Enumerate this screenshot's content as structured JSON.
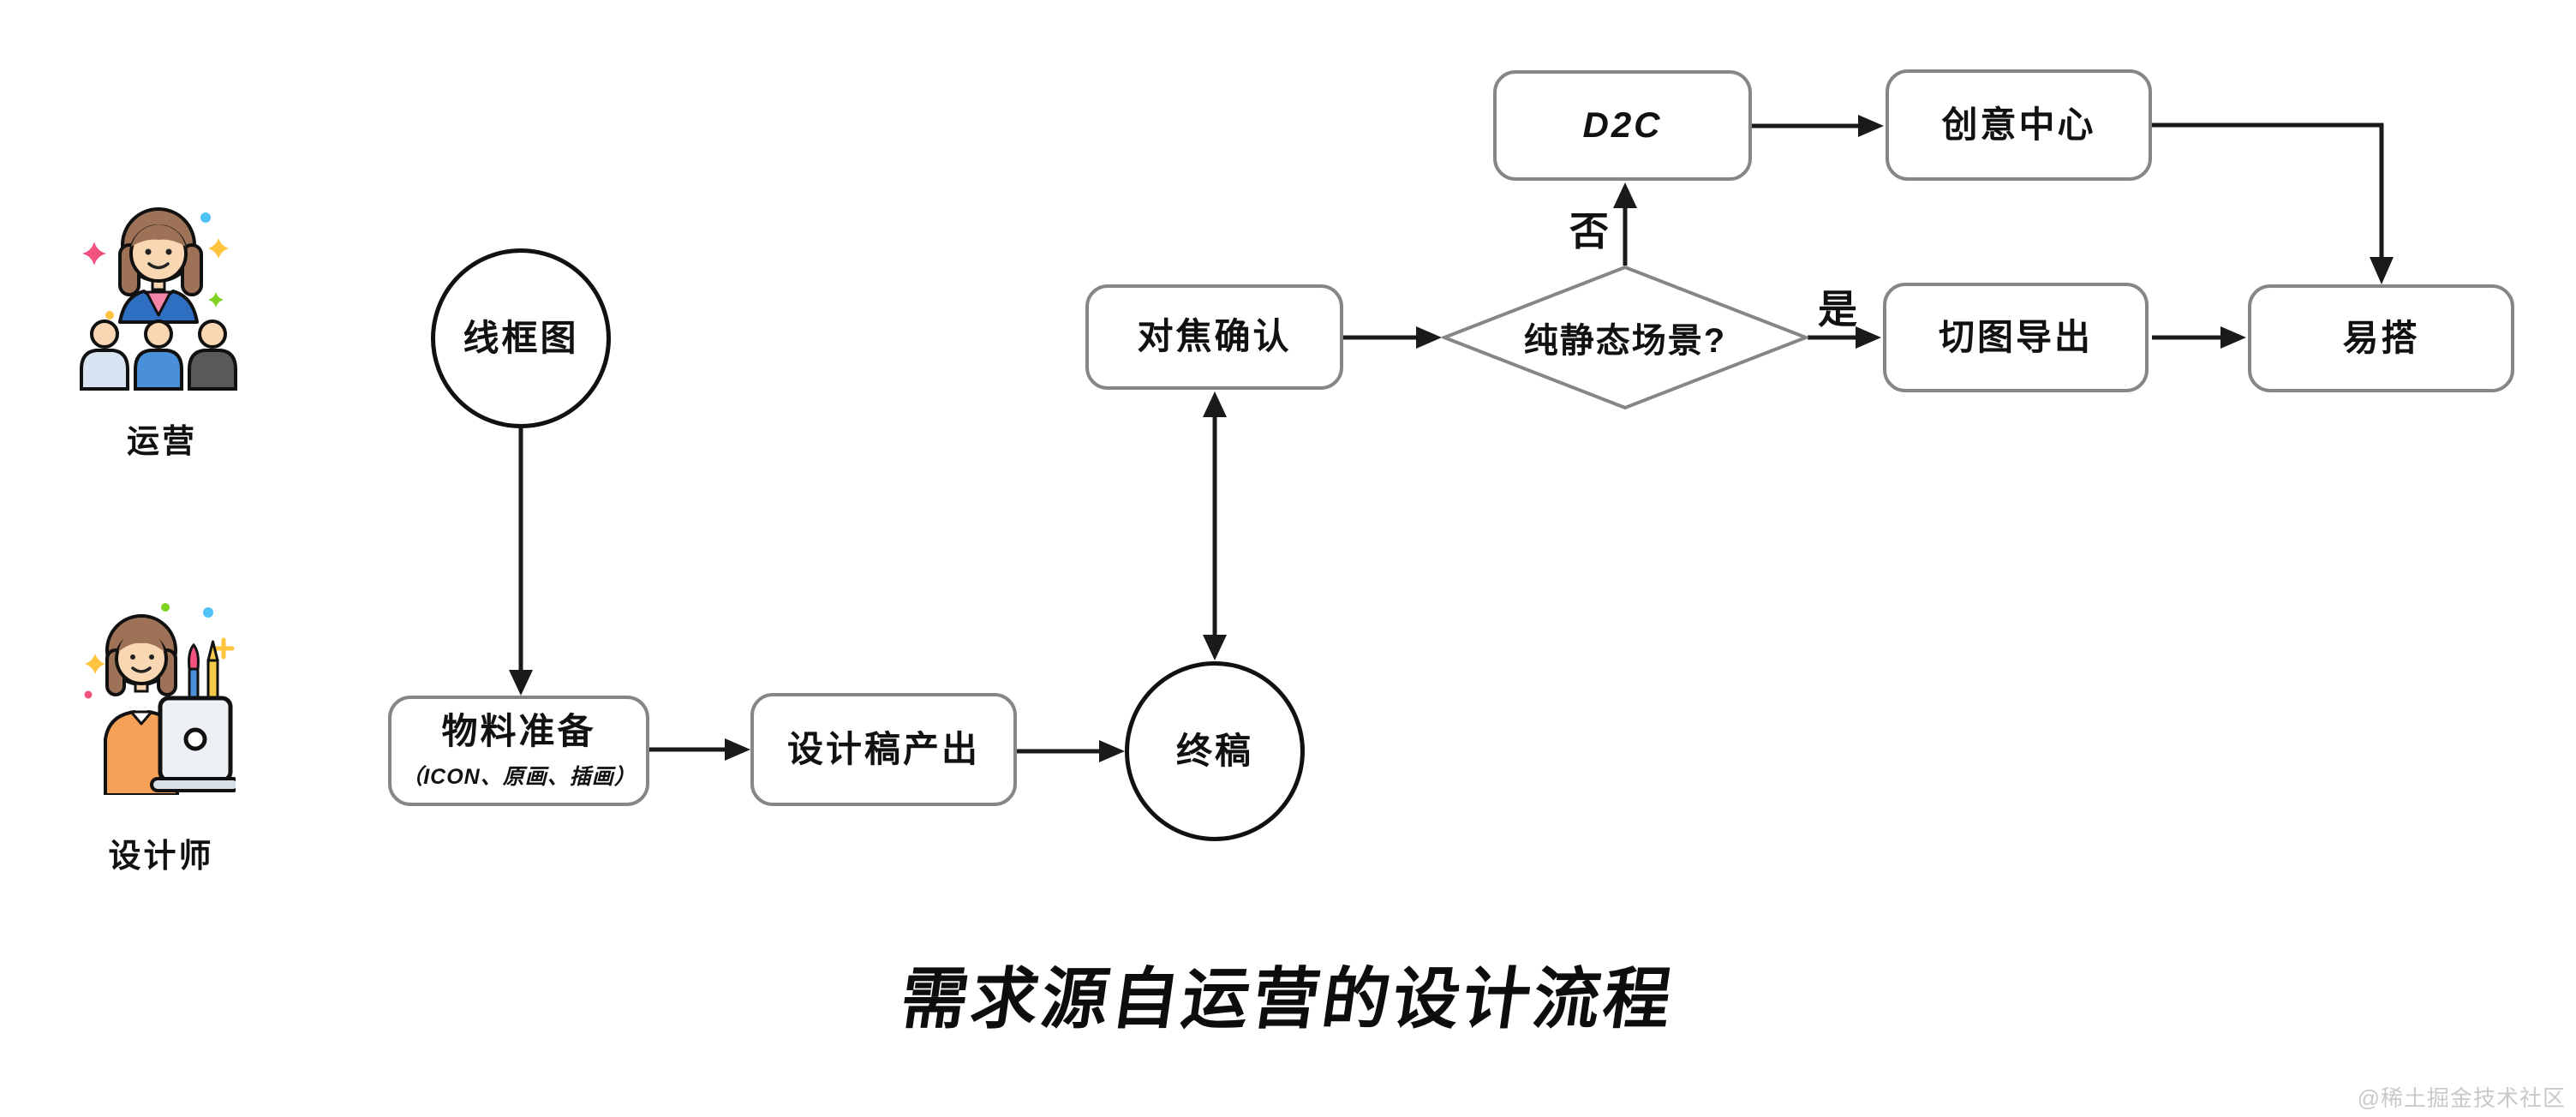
{
  "page": {
    "title": "需求源自运营的设计流程",
    "watermark": "@稀土掘金技术社区"
  },
  "roles": {
    "operations": {
      "label": "运营"
    },
    "designer": {
      "label": "设计师"
    }
  },
  "nodes": {
    "wireframe": {
      "label": "线框图",
      "shape": "circle"
    },
    "material_prep": {
      "label": "物料准备",
      "sublabel": "（ICON、原画、插画）",
      "shape": "rounded-rect"
    },
    "design_draft": {
      "label": "设计稿产出",
      "shape": "rounded-rect"
    },
    "final_draft": {
      "label": "终稿",
      "shape": "circle"
    },
    "focus_confirm": {
      "label": "对焦确认",
      "shape": "rounded-rect"
    },
    "static_scene": {
      "label": "纯静态场景?",
      "shape": "diamond"
    },
    "d2c": {
      "label": "D2C",
      "shape": "rounded-rect"
    },
    "creative_center": {
      "label": "创意中心",
      "shape": "rounded-rect"
    },
    "slice_export": {
      "label": "切图导出",
      "shape": "rounded-rect"
    },
    "yida": {
      "label": "易搭",
      "shape": "rounded-rect"
    }
  },
  "edge_labels": {
    "no": "否",
    "yes": "是"
  },
  "colors": {
    "line": "#1a1a1a",
    "rect_border": "#868686",
    "circle_border": "#111111",
    "blazer_blue": "#2E6FC2",
    "shirt_pink": "#F585A8",
    "shirt_orange": "#F5A158",
    "member_light": "#D9E4F2",
    "member_blue": "#4A90D9",
    "member_dark": "#58595B",
    "watermark_gray": "#C9C9C9"
  }
}
